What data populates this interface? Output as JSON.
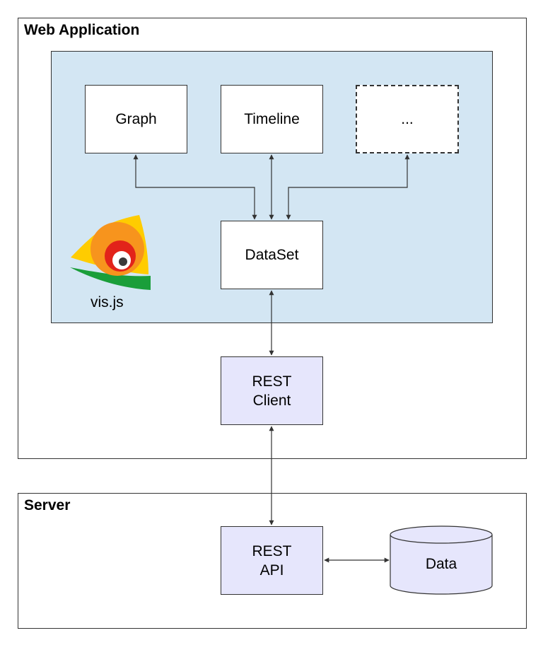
{
  "web_application": {
    "title": "Web Application",
    "components": {
      "graph": "Graph",
      "timeline": "Timeline",
      "more": "...",
      "dataset": "DataSet"
    },
    "logo_text": "vis.js",
    "rest_client": "REST\nClient"
  },
  "server": {
    "title": "Server",
    "rest_api": "REST\nAPI",
    "data": "Data"
  },
  "colors": {
    "vis_area": "#d3e6f3",
    "rest_boxes": "#e6e6fc",
    "logo_yellow": "#ffcc00",
    "logo_orange": "#f7941d",
    "logo_red": "#e2231a",
    "logo_green": "#1a9e3a"
  }
}
